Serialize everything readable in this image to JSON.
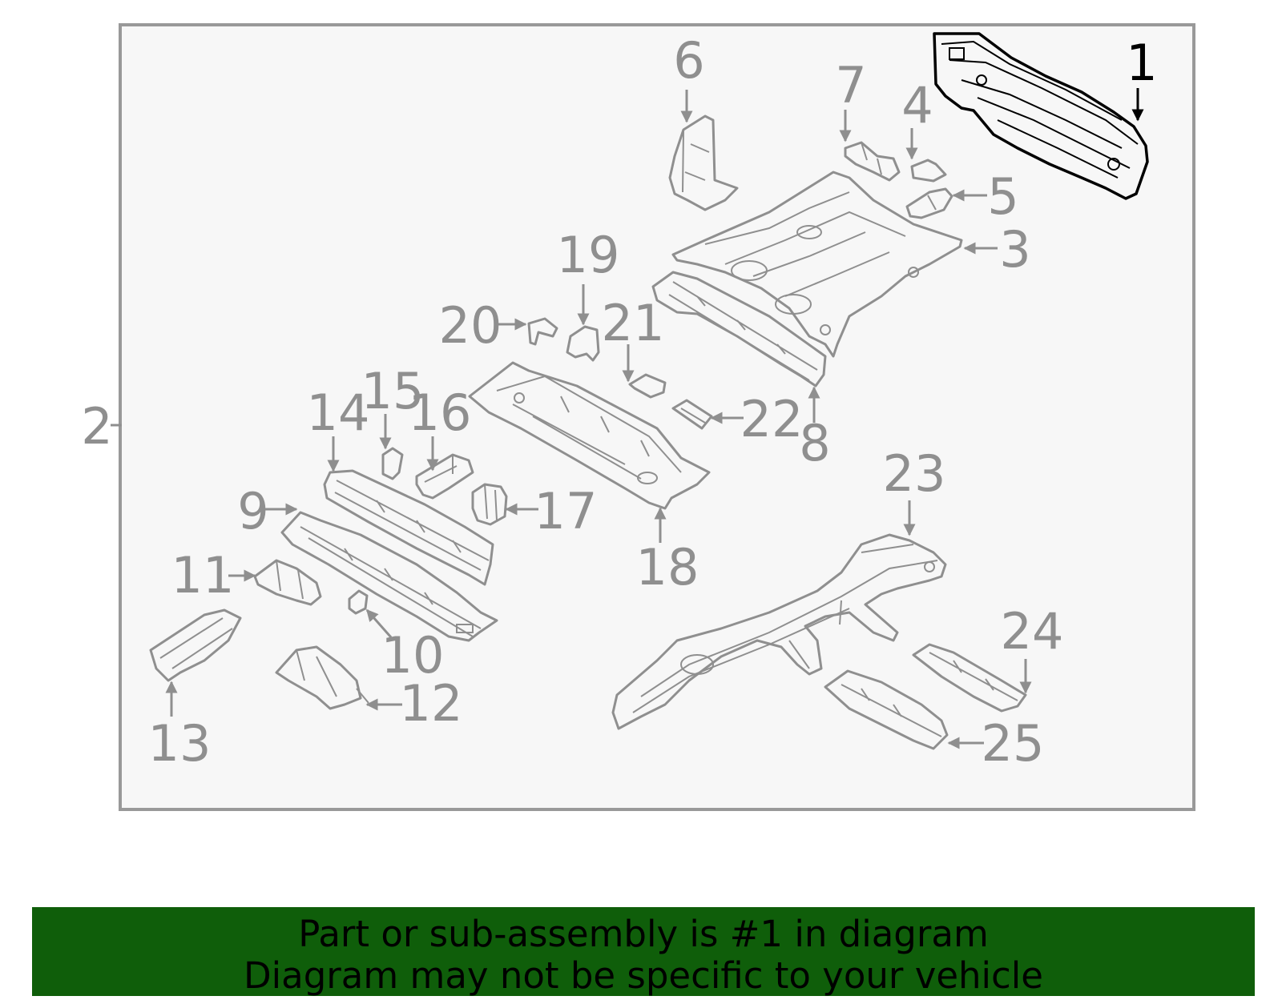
{
  "colors": {
    "highlight": "#0f5e0a",
    "callout": "#8f8f8f",
    "active_callout": "#000000",
    "frame_background": "#f7f7f7"
  },
  "callouts": {
    "c1": "1",
    "c2": "2",
    "c3": "3",
    "c4": "4",
    "c5": "5",
    "c6": "6",
    "c7": "7",
    "c8": "8",
    "c9": "9",
    "c10": "10",
    "c11": "11",
    "c12": "12",
    "c13": "13",
    "c14": "14",
    "c15": "15",
    "c16": "16",
    "c17": "17",
    "c18": "18",
    "c19": "19",
    "c20": "20",
    "c21": "21",
    "c22": "22",
    "c23": "23",
    "c24": "24",
    "c25": "25"
  },
  "highlighted_part": "1",
  "banner": {
    "line1": "Part or sub-assembly is #1 in diagram",
    "line2": "Diagram may not be specific to your vehicle"
  }
}
